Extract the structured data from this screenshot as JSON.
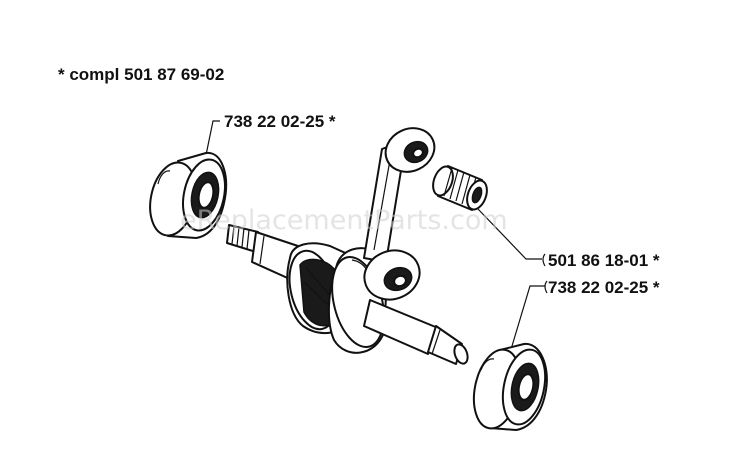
{
  "assembly": {
    "label": "*  compl 501 87 69-02"
  },
  "parts": [
    {
      "label": "738 22 02-25  *"
    },
    {
      "label": "501 86 18-01  *"
    },
    {
      "label": "738 22 02-25  *"
    }
  ],
  "watermark": {
    "text": "eReplacementParts.com"
  }
}
